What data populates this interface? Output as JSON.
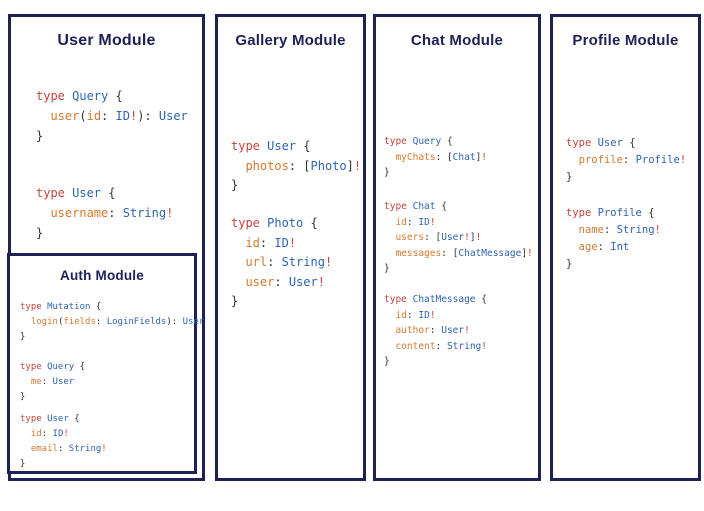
{
  "colors": {
    "border_navy": "#1e2156",
    "keyword_red": "#c0453c",
    "type_blue": "#2e63b2",
    "field_orange": "#d4782f",
    "punctuation": "#333333"
  },
  "panels": [
    {
      "id": "user-module",
      "title": "User Module",
      "blocks": [
        [
          [
            [
              "k",
              "type "
            ],
            [
              "t",
              "Query"
            ],
            [
              "p",
              " {"
            ]
          ],
          [
            [
              "p",
              "  "
            ],
            [
              "f",
              "user"
            ],
            [
              "p",
              "("
            ],
            [
              "f",
              "id"
            ],
            [
              "p",
              ": "
            ],
            [
              "t",
              "ID"
            ],
            [
              "k",
              "!"
            ],
            [
              "p",
              "): "
            ],
            [
              "t",
              "User"
            ]
          ],
          [
            [
              "p",
              "}"
            ]
          ]
        ],
        [
          [
            [
              "k",
              "type "
            ],
            [
              "t",
              "User"
            ],
            [
              "p",
              " {"
            ]
          ],
          [
            [
              "p",
              "  "
            ],
            [
              "f",
              "username"
            ],
            [
              "p",
              ": "
            ],
            [
              "t",
              "String"
            ],
            [
              "k",
              "!"
            ]
          ],
          [
            [
              "p",
              "}"
            ]
          ]
        ]
      ]
    },
    {
      "id": "auth-module",
      "title": "Auth Module",
      "blocks": [
        [
          [
            [
              "k",
              "type "
            ],
            [
              "t",
              "Mutation"
            ],
            [
              "p",
              " {"
            ]
          ],
          [
            [
              "p",
              "  "
            ],
            [
              "f",
              "login"
            ],
            [
              "p",
              "("
            ],
            [
              "f",
              "fields"
            ],
            [
              "p",
              ": "
            ],
            [
              "t",
              "LoginFields"
            ],
            [
              "p",
              "): "
            ],
            [
              "t",
              "User"
            ]
          ],
          [
            [
              "p",
              "}"
            ]
          ]
        ],
        [
          [
            [
              "k",
              "type "
            ],
            [
              "t",
              "Query"
            ],
            [
              "p",
              " {"
            ]
          ],
          [
            [
              "p",
              "  "
            ],
            [
              "f",
              "me"
            ],
            [
              "p",
              ": "
            ],
            [
              "t",
              "User"
            ]
          ],
          [
            [
              "p",
              "}"
            ]
          ]
        ],
        [
          [
            [
              "k",
              "type "
            ],
            [
              "t",
              "User"
            ],
            [
              "p",
              " {"
            ]
          ],
          [
            [
              "p",
              "  "
            ],
            [
              "f",
              "id"
            ],
            [
              "p",
              ": "
            ],
            [
              "t",
              "ID"
            ],
            [
              "k",
              "!"
            ]
          ],
          [
            [
              "p",
              "  "
            ],
            [
              "f",
              "email"
            ],
            [
              "p",
              ": "
            ],
            [
              "t",
              "String"
            ],
            [
              "k",
              "!"
            ]
          ],
          [
            [
              "p",
              "}"
            ]
          ]
        ]
      ]
    },
    {
      "id": "gallery-module",
      "title": "Gallery Module",
      "blocks": [
        [
          [
            [
              "k",
              "type "
            ],
            [
              "t",
              "User"
            ],
            [
              "p",
              " {"
            ]
          ],
          [
            [
              "p",
              "  "
            ],
            [
              "f",
              "photos"
            ],
            [
              "p",
              ": ["
            ],
            [
              "t",
              "Photo"
            ],
            [
              "p",
              "]"
            ],
            [
              "k",
              "!"
            ]
          ],
          [
            [
              "p",
              "}"
            ]
          ]
        ],
        [
          [
            [
              "k",
              "type "
            ],
            [
              "t",
              "Photo"
            ],
            [
              "p",
              " {"
            ]
          ],
          [
            [
              "p",
              "  "
            ],
            [
              "f",
              "id"
            ],
            [
              "p",
              ": "
            ],
            [
              "t",
              "ID"
            ],
            [
              "k",
              "!"
            ]
          ],
          [
            [
              "p",
              "  "
            ],
            [
              "f",
              "url"
            ],
            [
              "p",
              ": "
            ],
            [
              "t",
              "String"
            ],
            [
              "k",
              "!"
            ]
          ],
          [
            [
              "p",
              "  "
            ],
            [
              "f",
              "user"
            ],
            [
              "p",
              ": "
            ],
            [
              "t",
              "User"
            ],
            [
              "k",
              "!"
            ]
          ],
          [
            [
              "p",
              "}"
            ]
          ]
        ]
      ]
    },
    {
      "id": "chat-module",
      "title": "Chat Module",
      "blocks": [
        [
          [
            [
              "k",
              "type "
            ],
            [
              "t",
              "Query"
            ],
            [
              "p",
              " {"
            ]
          ],
          [
            [
              "p",
              "  "
            ],
            [
              "f",
              "myChats"
            ],
            [
              "p",
              ": ["
            ],
            [
              "t",
              "Chat"
            ],
            [
              "p",
              "]"
            ],
            [
              "k",
              "!"
            ]
          ],
          [
            [
              "p",
              "}"
            ]
          ]
        ],
        [
          [
            [
              "k",
              "type "
            ],
            [
              "t",
              "Chat"
            ],
            [
              "p",
              " {"
            ]
          ],
          [
            [
              "p",
              "  "
            ],
            [
              "f",
              "id"
            ],
            [
              "p",
              ": "
            ],
            [
              "t",
              "ID"
            ],
            [
              "k",
              "!"
            ]
          ],
          [
            [
              "p",
              "  "
            ],
            [
              "f",
              "users"
            ],
            [
              "p",
              ": ["
            ],
            [
              "t",
              "User"
            ],
            [
              "k",
              "!"
            ],
            [
              "p",
              "]"
            ],
            [
              "k",
              "!"
            ]
          ],
          [
            [
              "p",
              "  "
            ],
            [
              "f",
              "messages"
            ],
            [
              "p",
              ": ["
            ],
            [
              "t",
              "ChatMessage"
            ],
            [
              "p",
              "]"
            ],
            [
              "k",
              "!"
            ]
          ],
          [
            [
              "p",
              "}"
            ]
          ]
        ],
        [
          [
            [
              "k",
              "type "
            ],
            [
              "t",
              "ChatMessage"
            ],
            [
              "p",
              " {"
            ]
          ],
          [
            [
              "p",
              "  "
            ],
            [
              "f",
              "id"
            ],
            [
              "p",
              ": "
            ],
            [
              "t",
              "ID"
            ],
            [
              "k",
              "!"
            ]
          ],
          [
            [
              "p",
              "  "
            ],
            [
              "f",
              "author"
            ],
            [
              "p",
              ": "
            ],
            [
              "t",
              "User"
            ],
            [
              "k",
              "!"
            ]
          ],
          [
            [
              "p",
              "  "
            ],
            [
              "f",
              "content"
            ],
            [
              "p",
              ": "
            ],
            [
              "t",
              "String"
            ],
            [
              "k",
              "!"
            ]
          ],
          [
            [
              "p",
              "}"
            ]
          ]
        ]
      ]
    },
    {
      "id": "profile-module",
      "title": "Profile Module",
      "blocks": [
        [
          [
            [
              "k",
              "type "
            ],
            [
              "t",
              "User"
            ],
            [
              "p",
              " {"
            ]
          ],
          [
            [
              "p",
              "  "
            ],
            [
              "f",
              "profile"
            ],
            [
              "p",
              ": "
            ],
            [
              "t",
              "Profile"
            ],
            [
              "k",
              "!"
            ]
          ],
          [
            [
              "p",
              "}"
            ]
          ]
        ],
        [
          [
            [
              "k",
              "type "
            ],
            [
              "t",
              "Profile"
            ],
            [
              "p",
              " {"
            ]
          ],
          [
            [
              "p",
              "  "
            ],
            [
              "f",
              "name"
            ],
            [
              "p",
              ": "
            ],
            [
              "t",
              "String"
            ],
            [
              "k",
              "!"
            ]
          ],
          [
            [
              "p",
              "  "
            ],
            [
              "f",
              "age"
            ],
            [
              "p",
              ": "
            ],
            [
              "t",
              "Int"
            ]
          ],
          [
            [
              "p",
              "}"
            ]
          ]
        ]
      ]
    }
  ]
}
